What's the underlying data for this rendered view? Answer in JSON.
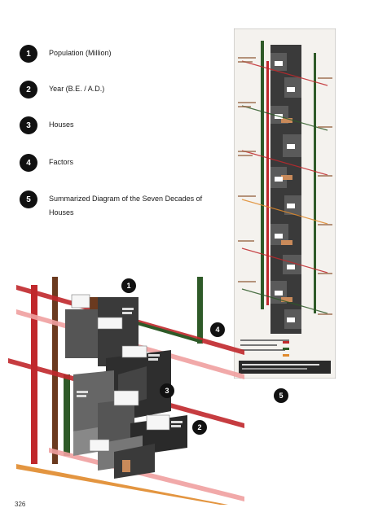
{
  "legend": [
    {
      "number": "1",
      "label": "Population (Million)"
    },
    {
      "number": "2",
      "label": "Year (B.E. / A.D.)"
    },
    {
      "number": "3",
      "label": "Houses"
    },
    {
      "number": "4",
      "label": "Factors"
    },
    {
      "number": "5",
      "label": "Summarized Diagram of the Seven Decades of Houses"
    }
  ],
  "diagram_markers": [
    "1",
    "2",
    "3",
    "4",
    "5"
  ],
  "page_number": "326",
  "colors": {
    "red": "#c0282c",
    "green": "#2e5a28",
    "brown": "#6b3a1f",
    "orange": "#e08a2c",
    "pink": "#f0a0a0",
    "dark": "#2a2a2a"
  }
}
